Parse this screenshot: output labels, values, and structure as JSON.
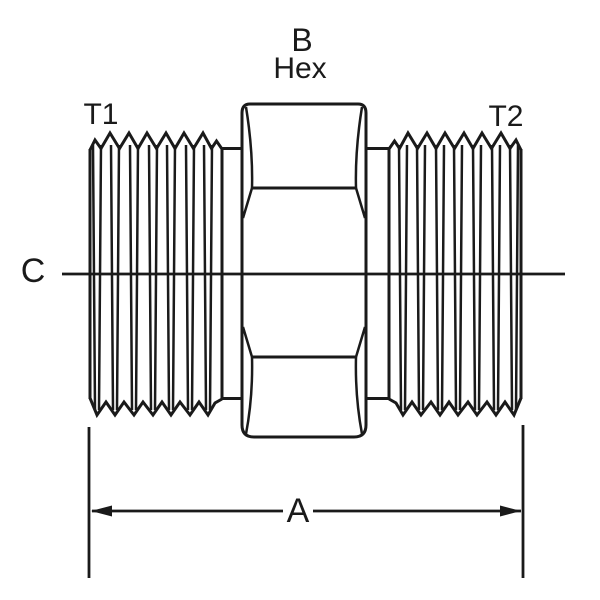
{
  "diagram": {
    "labels": {
      "hex_dim": "B",
      "hex_word": "Hex",
      "thread_end_1": "T1",
      "thread_end_2": "T2",
      "centerline": "C",
      "overall_length": "A"
    },
    "colors": {
      "line": "#1a1a1a",
      "background": "#ffffff"
    }
  }
}
